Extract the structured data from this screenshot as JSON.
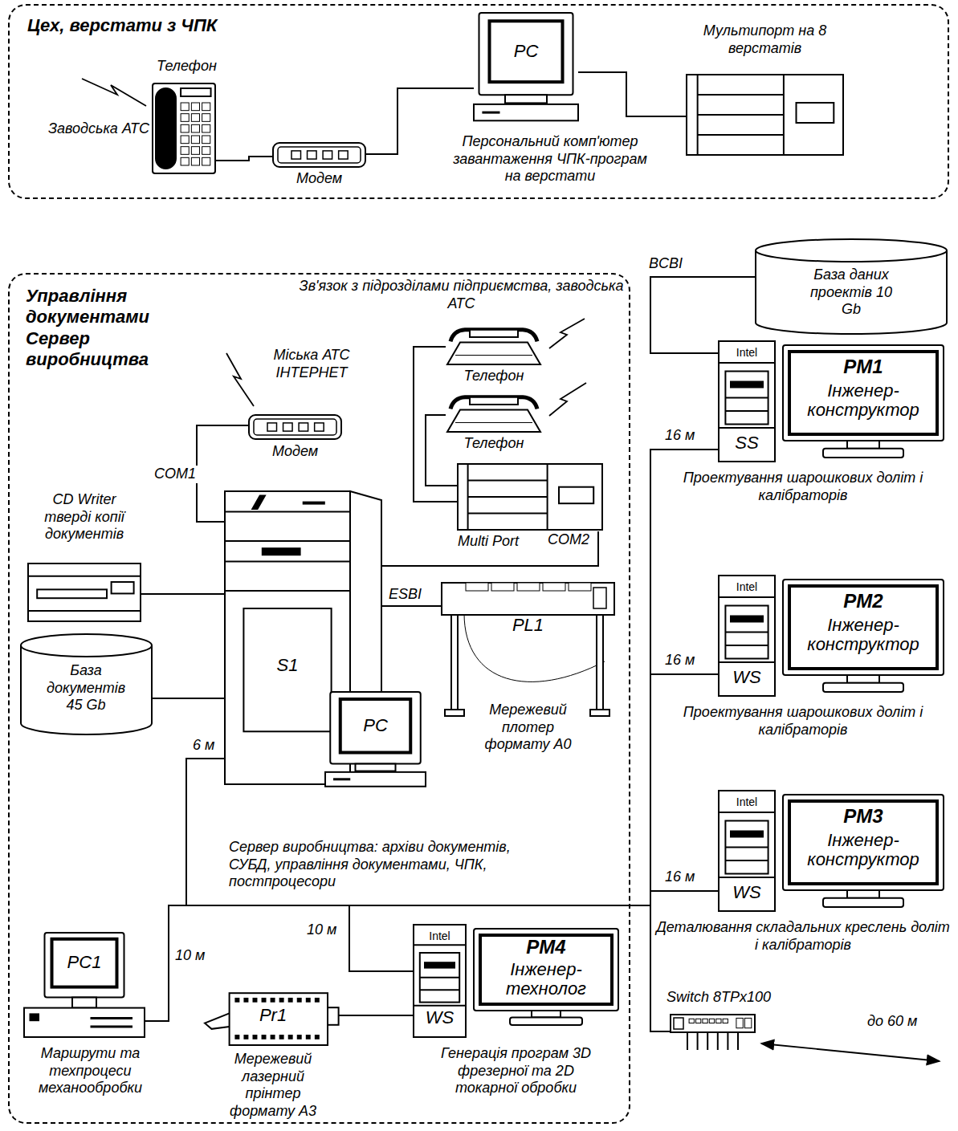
{
  "diagram": {
    "nodes": [
      {
        "text": [
          "Цех, верстати з ЧПК"
        ]
      },
      {
        "text": [
          "Телефон"
        ],
        "in": 0
      },
      {
        "text": [
          "Модем"
        ],
        "in": 0
      },
      {
        "text": [
          "PC",
          "Персональний комп'ютер завантаження ЧПК-програм на верстати"
        ],
        "in": 0
      },
      {
        "text": [
          "Мультипорт на 8 верстатів"
        ],
        "in": 0
      },
      {
        "text": [
          "Управління документами Сервер виробництва"
        ]
      },
      {
        "text": [
          "Модем"
        ],
        "in": 5
      },
      {
        "text": [
          "Телефон"
        ],
        "in": 5
      },
      {
        "text": [
          "Телефон"
        ],
        "in": 5
      },
      {
        "text": [
          "Multi Port"
        ],
        "in": 5
      },
      {
        "text": [
          "CD Writer тверді копії документів"
        ],
        "in": 5
      },
      {
        "text": [
          "S1"
        ],
        "in": 5
      },
      {
        "text": [
          "База документів 45 Gb"
        ],
        "in": 5
      },
      {
        "text": [
          "PL1",
          "Мережевий плотер формату А0"
        ],
        "in": 5
      },
      {
        "text": [
          "PC"
        ],
        "in": 5
      },
      {
        "text": [
          "PC1",
          "Маршрути та техпроцеси механообробки"
        ],
        "in": 5
      },
      {
        "text": [
          "Pr1",
          "Мережевий лазерний прінтер формату А3"
        ],
        "in": 5
      },
      {
        "text": [
          "Intel",
          "WS",
          "РМ4",
          "Інженер-технолог",
          "Генерація програм 3D фрезерної та 2D токарної обробки"
        ],
        "in": 5
      },
      {
        "text": [
          "База даних проектів 10 Gb"
        ]
      },
      {
        "text": [
          "Intel",
          "SS",
          "РМ1",
          "Інженер-конструктор",
          "Проектування шарошкових доліт і калібраторів"
        ]
      },
      {
        "text": [
          "Intel",
          "WS",
          "РМ2",
          "Інженер-конструктор",
          "Проектування шарошкових доліт і калібраторів"
        ]
      },
      {
        "text": [
          "Intel",
          "WS",
          "РМ3",
          "Інженер-конструктор",
          "Деталювання складальних креслень доліт і калібраторів"
        ]
      },
      {
        "text": [
          "Switch 8TPx100"
        ]
      }
    ],
    "edges": [
      {
        "from": 1,
        "to": 2,
        "arrow": "none"
      },
      {
        "from": 2,
        "to": 3,
        "arrow": "none"
      },
      {
        "from": 3,
        "to": 4,
        "arrow": "none"
      },
      {
        "from": 6,
        "to": 11,
        "label": "COM1",
        "arrow": "none"
      },
      {
        "from": 7,
        "to": 9,
        "arrow": "none"
      },
      {
        "from": 8,
        "to": 9,
        "arrow": "none"
      },
      {
        "from": 9,
        "to": 11,
        "label": "COM2",
        "arrow": "none"
      },
      {
        "from": 10,
        "to": 11,
        "arrow": "none"
      },
      {
        "from": 12,
        "to": 11,
        "arrow": "none"
      },
      {
        "from": 11,
        "to": 13,
        "label": "ESBI",
        "arrow": "none"
      },
      {
        "from": 11,
        "to": 15,
        "label": "10 м",
        "arrow": "none"
      },
      {
        "from": 11,
        "to": 17,
        "label": "10 м",
        "arrow": "none"
      },
      {
        "from": 11,
        "to": 19,
        "label": "16 м",
        "arrow": "none"
      },
      {
        "from": 11,
        "to": 20,
        "label": "16 м",
        "arrow": "none"
      },
      {
        "from": 11,
        "to": 21,
        "label": "16 м",
        "arrow": "none"
      },
      {
        "from": 11,
        "to": 22,
        "arrow": "none"
      },
      {
        "from": 16,
        "to": 17,
        "arrow": "none"
      },
      {
        "from": 18,
        "to": 19,
        "label": "BCBI",
        "arrow": "none"
      }
    ],
    "labels": [
      "Заводська АТС",
      "Міська АТС ІНТЕРНЕТ",
      "Зв'язок з підрозділами підприємства, заводська АТС",
      "6 м",
      "Сервер виробництва: архіви документів, СУБД, управління документами, ЧПК, постпроцесори",
      "до 60 м"
    ]
  }
}
